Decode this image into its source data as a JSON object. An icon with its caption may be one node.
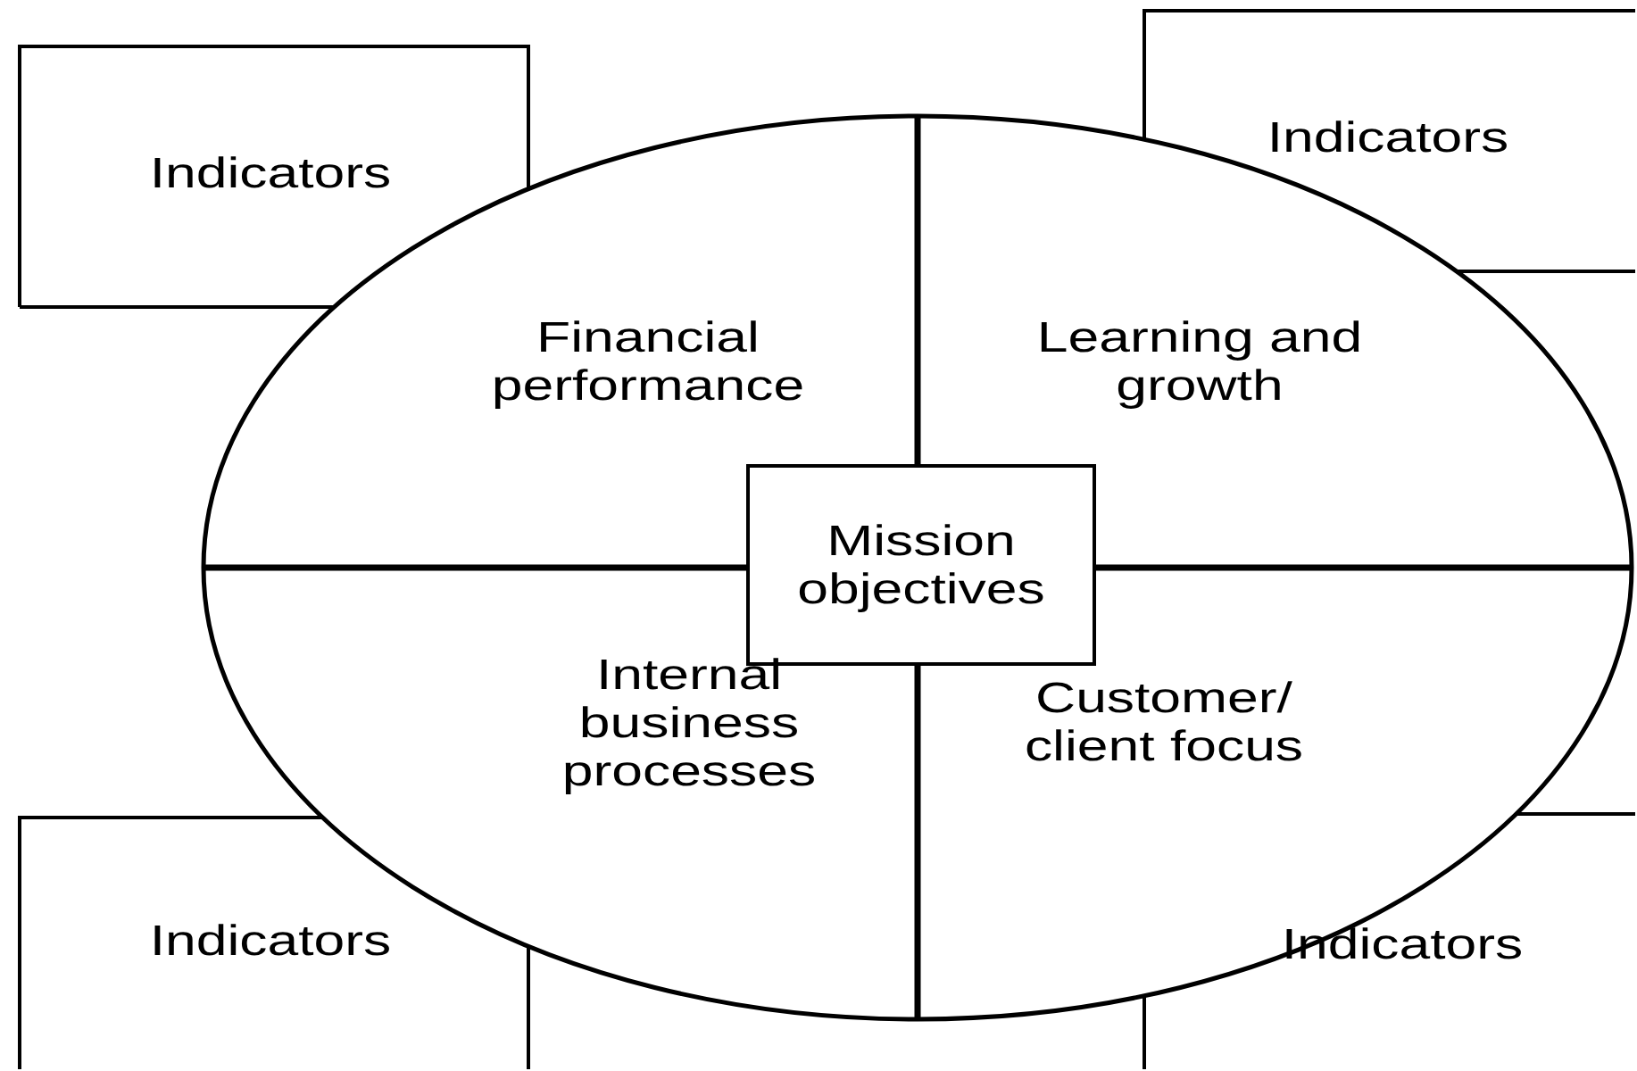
{
  "diagram": {
    "nodes": [
      {
        "text": [
          "Indicators"
        ]
      },
      {
        "text": [
          "Indicators"
        ]
      },
      {
        "text": [],
        "shape": "ellipse"
      },
      {
        "text": [
          "Financial performance"
        ],
        "in": 2
      },
      {
        "text": [
          "Learning and growth"
        ],
        "in": 2
      },
      {
        "text": [
          "Mission objectives"
        ],
        "in": 2
      },
      {
        "text": [
          "Internal business processes"
        ],
        "in": 2
      },
      {
        "text": [
          "Customer/ client focus"
        ],
        "in": 2
      },
      {
        "text": [
          "Indicators"
        ]
      },
      {
        "text": [
          "Indicators"
        ]
      }
    ],
    "edges": []
  }
}
